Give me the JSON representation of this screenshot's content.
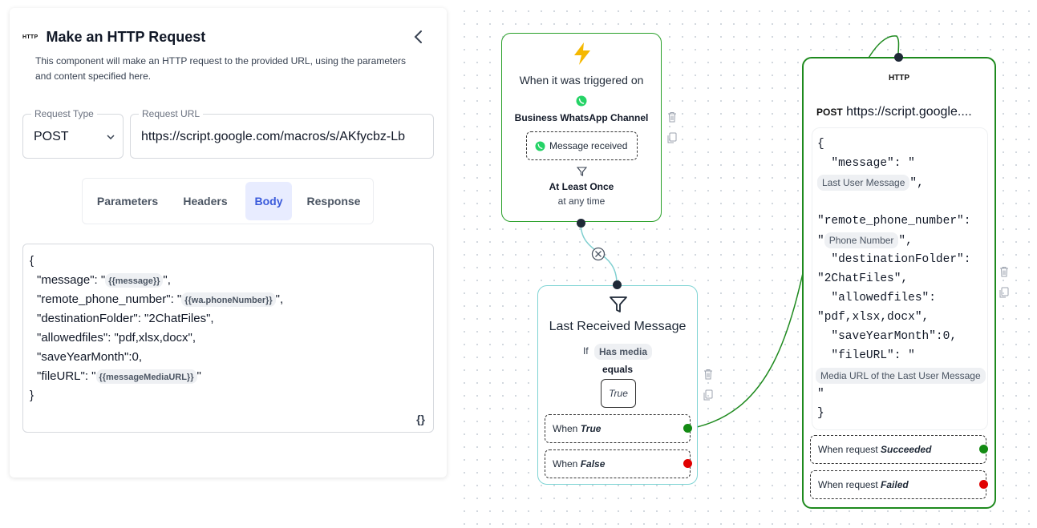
{
  "panel": {
    "http_mini": "HTTP",
    "title": "Make an HTTP Request",
    "description": "This component will make an HTTP request to the provided URL, using the parameters and content specified here.",
    "request_type": {
      "label": "Request Type",
      "value": "POST"
    },
    "request_url": {
      "label": "Request URL",
      "value": "https://script.google.com/macros/s/AKfycbz-Lb"
    },
    "tabs": [
      {
        "label": "Parameters"
      },
      {
        "label": "Headers"
      },
      {
        "label": "Body",
        "active": true
      },
      {
        "label": "Response"
      }
    ],
    "body": {
      "l1": "{",
      "l2_pre": "\"message\": \"",
      "l2_chip": "{{message}}",
      "l2_post": "\",",
      "l3_pre": "\"remote_phone_number\": \"",
      "l3_chip": "{{wa.phoneNumber}}",
      "l3_post": "\",",
      "l4": "\"destinationFolder\": \"2ChatFiles\",",
      "l5": "\"allowedfiles\": \"pdf,xlsx,docx\",",
      "l6": "\"saveYearMonth\":0,",
      "l7_pre": "\"fileURL\": \"",
      "l7_chip": "{{messageMediaURL}}",
      "l7_post": "\"",
      "l8": "}",
      "braces_icon": "{}"
    }
  },
  "trigger_node": {
    "heading": "When it was triggered on",
    "channel": "Business WhatsApp Channel",
    "event": "Message received",
    "frequency": "At Least Once",
    "timing": "at any time"
  },
  "filter_node": {
    "title": "Last Received Message",
    "if_label": "If",
    "condition_field": "Has media",
    "operator": "equals",
    "value": "True",
    "when_true_prefix": "When ",
    "when_true": "True",
    "when_false_prefix": "When ",
    "when_false": "False"
  },
  "http_node": {
    "badge": "HTTP",
    "method": "POST",
    "url": "https://script.google....",
    "json": {
      "l1": "{",
      "l2": "  \"message\": \"",
      "chip1": "Last User Message",
      "l3_post": "\",",
      "l4": "\"remote_phone_number\":",
      "l5_pre": "\"",
      "chip2": "Phone Number",
      "l5_post": "\",",
      "l6": "  \"destinationFolder\":",
      "l7": "\"2ChatFiles\",",
      "l8": "  \"allowedfiles\":",
      "l9": "\"pdf,xlsx,docx\",",
      "l10": "  \"saveYearMonth\":0,",
      "l11": "  \"fileURL\": \"",
      "chip3": "Media URL of the Last User Message",
      "l12": "\"",
      "l13": "}"
    },
    "success_prefix": "When request ",
    "success": "Succeeded",
    "fail_prefix": "When request ",
    "fail": "Failed"
  },
  "colors": {
    "success": "#138a13",
    "failure": "#e00000",
    "active_tab": "#3b5bdb",
    "whatsapp": "#25d366",
    "trigger_bolt": "#f5b800"
  }
}
